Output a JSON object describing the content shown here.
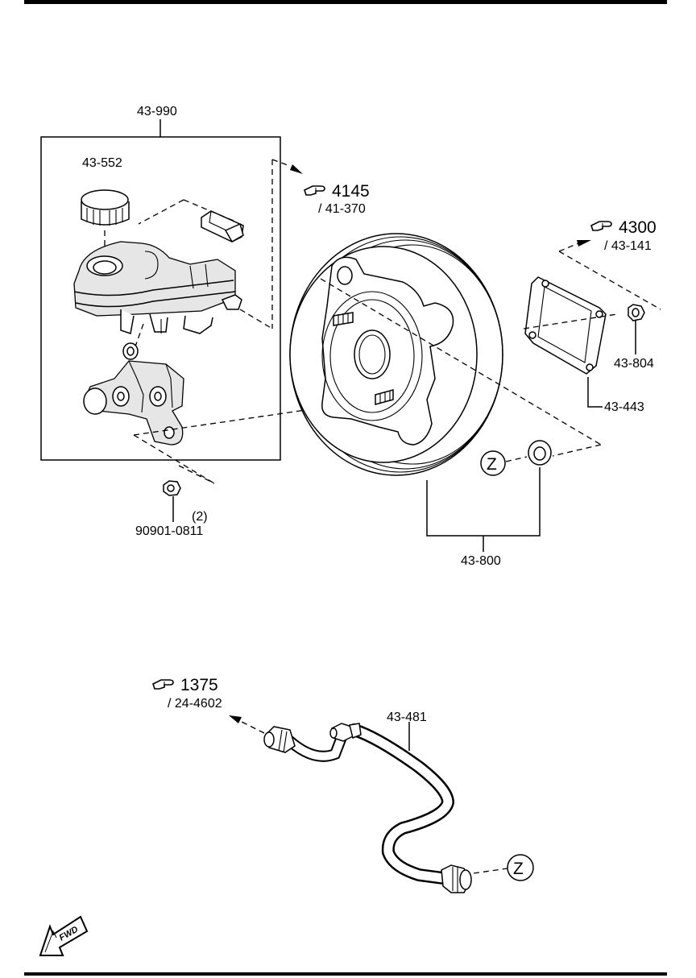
{
  "labels": {
    "assembly_master_cylinder": "43-990",
    "reservoir_cap": "43-552",
    "ref_4145": "4145",
    "ref_41_370": "/ 41-370",
    "ref_4300": "4300",
    "ref_43_141": "/ 43-141",
    "nut_43_804": "43-804",
    "gasket_43_443": "43-443",
    "booster_43_800": "43-800",
    "nut_90901": "90901-0811",
    "nut_qty": "(2)",
    "ref_1375": "1375",
    "ref_24_4602": "/ 24-4602",
    "hose_43_481": "43-481",
    "connector_mark_top": "Z",
    "connector_mark_bottom": "Z",
    "fwd": "FWD"
  },
  "icons": [
    "pointing-hand-icon",
    "fwd-arrow-icon"
  ]
}
